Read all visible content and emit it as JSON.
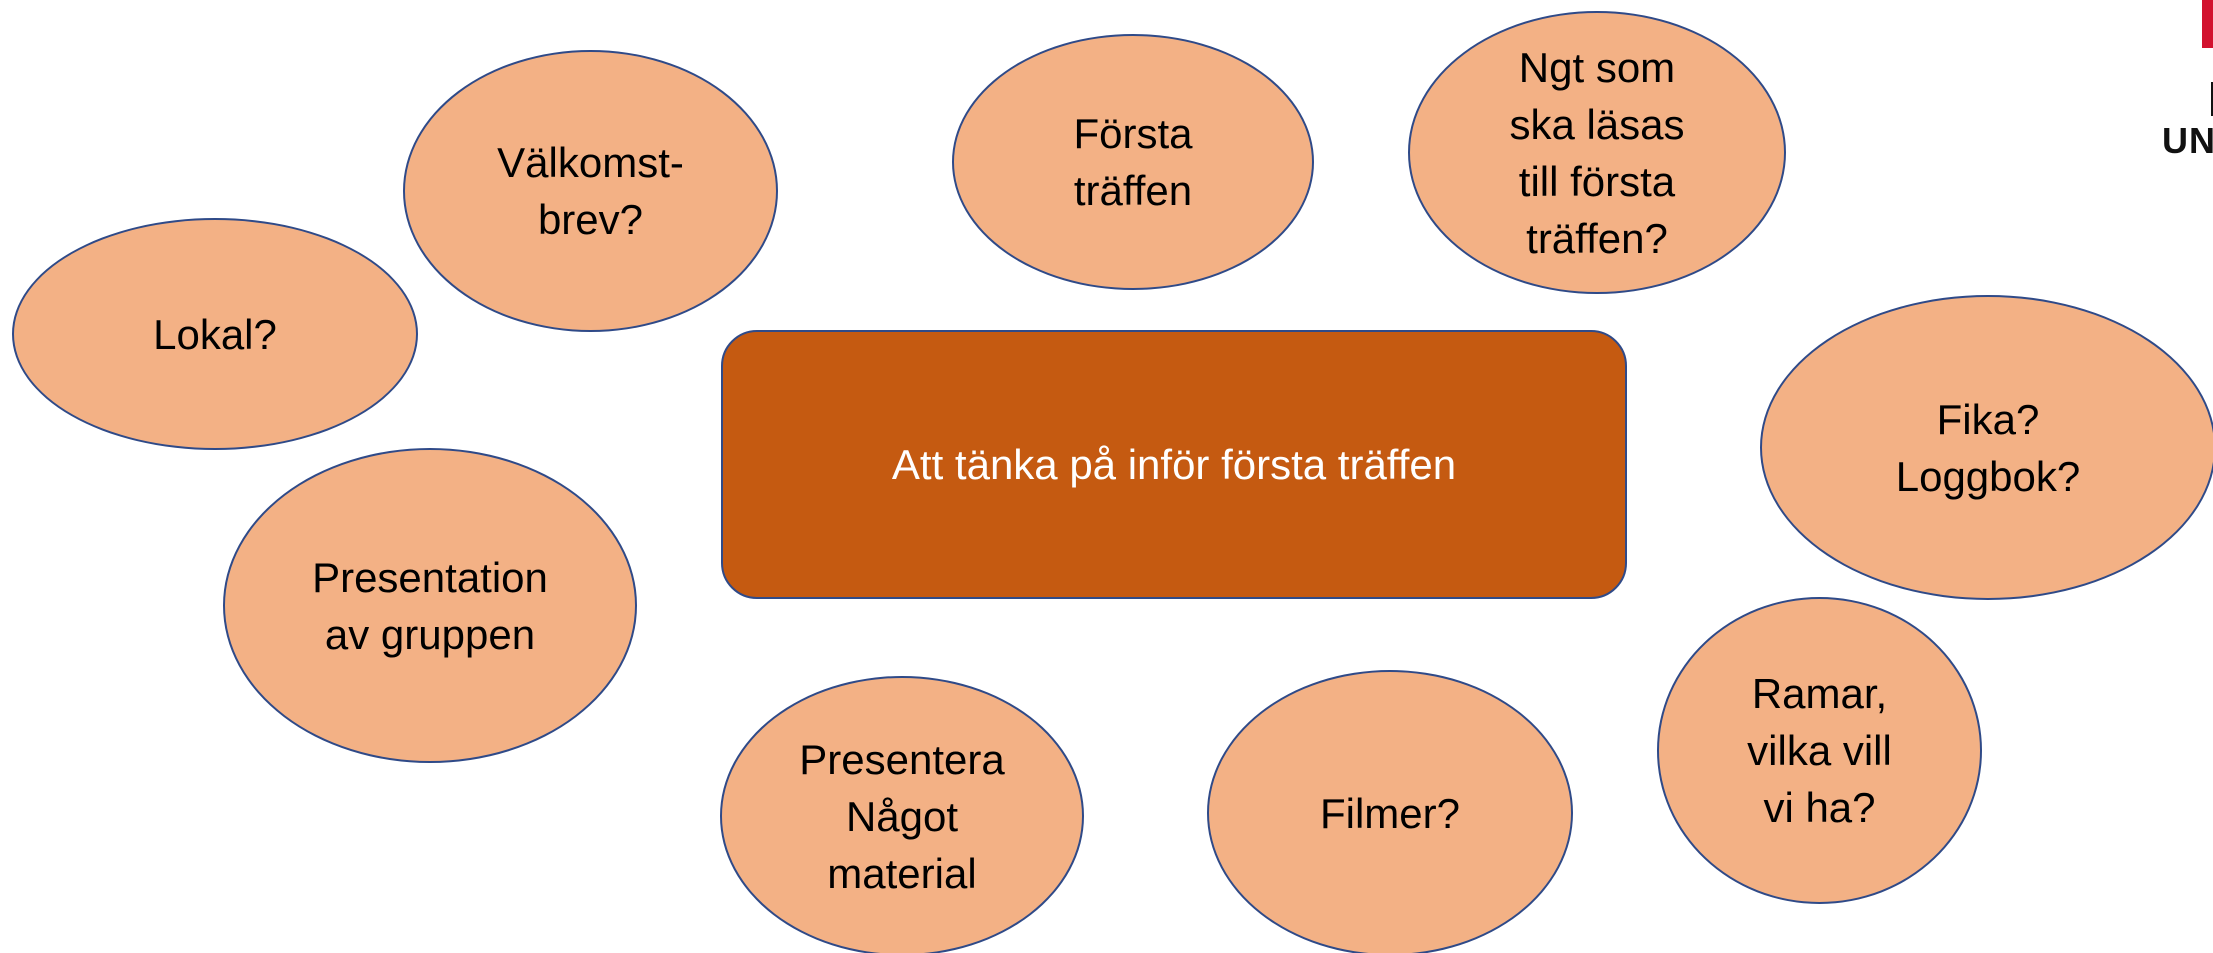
{
  "center": {
    "label": "Att tänka på inför första träffen"
  },
  "bubbles": {
    "valkomstbrev": "Välkomst-\nbrev?",
    "forsta_traffen": "Första\nträffen",
    "lasning": "Ngt som\nska läsas\ntill första\nträffen?",
    "lokal": "Lokal?",
    "fika_loggbok": "Fika?\nLoggbok?",
    "presentation_gruppen": "Presentation\nav gruppen",
    "ramar": "Ramar,\nvilka vill\nvi ha?",
    "presentera_material": "Presentera\nNågot\nmaterial",
    "filmer": "Filmer?"
  },
  "logo": {
    "text": "UNI"
  },
  "colors": {
    "bubble_fill": "#f3b185",
    "bubble_border": "#2f4a88",
    "center_fill": "#c55a11",
    "center_text": "#ffffff",
    "logo_accent": "#d2122e"
  }
}
